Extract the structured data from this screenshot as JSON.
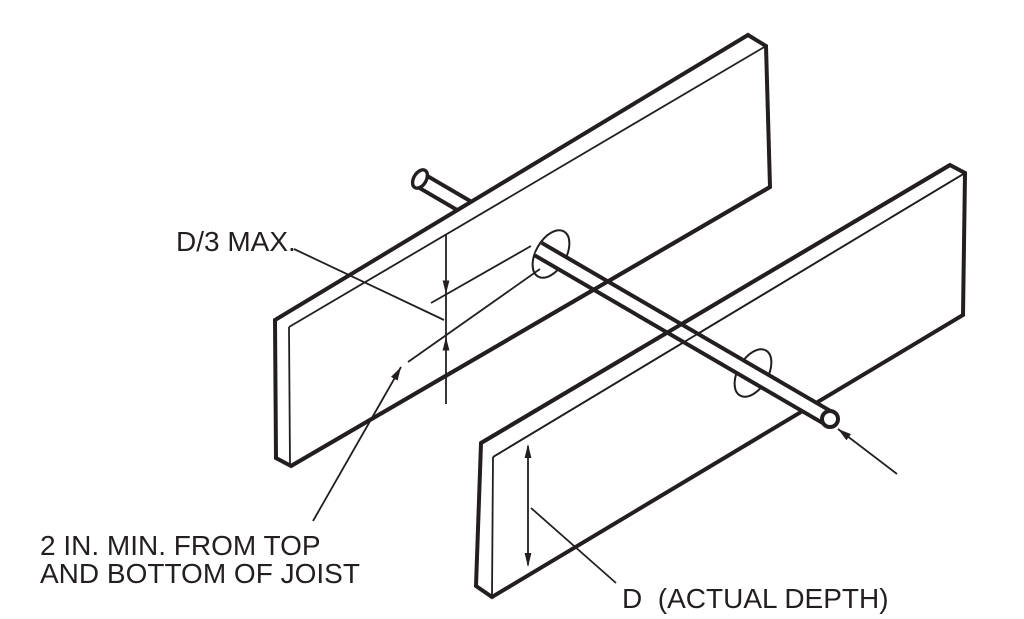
{
  "figure": {
    "type": "technical-line-diagram",
    "subject": "bored-holes-in-joists-with-pipe",
    "colors": {
      "ink": "#231f20",
      "background": "#ffffff"
    },
    "labels": {
      "d3_max": "D/3 MAX.",
      "edge_clearance_line1": "2 IN. MIN. FROM TOP",
      "edge_clearance_line2": "AND BOTTOM OF JOIST",
      "actual_depth": "D  (ACTUAL DEPTH)"
    }
  }
}
